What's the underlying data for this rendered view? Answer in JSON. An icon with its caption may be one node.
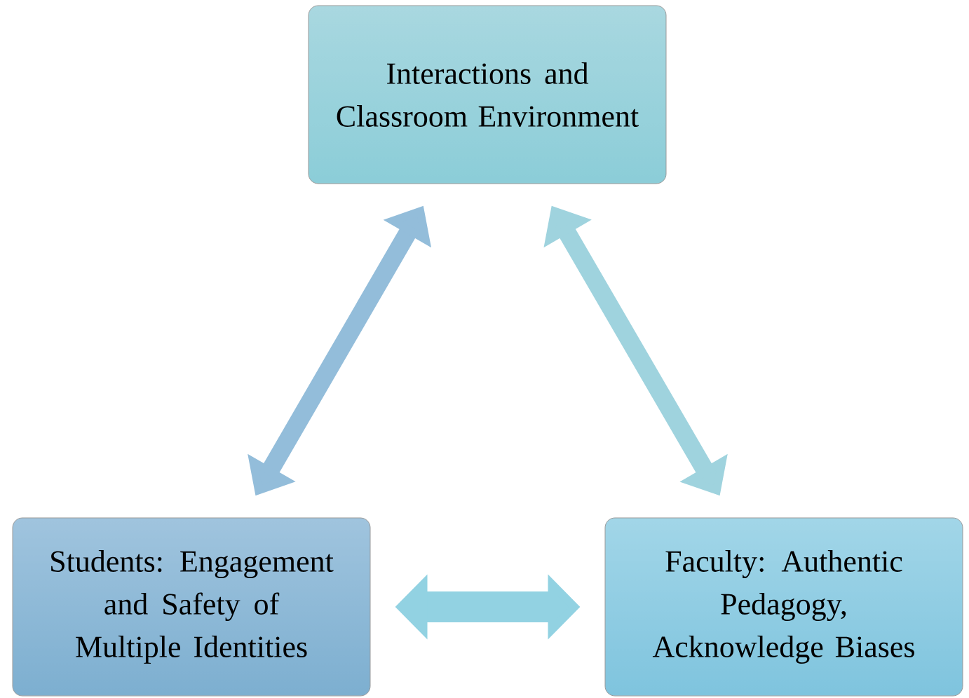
{
  "diagram": {
    "nodes": [
      {
        "text": [
          "Interactions and Classroom Environment"
        ]
      },
      {
        "text": [
          "Students: Engagement and Safety of Multiple Identities"
        ]
      },
      {
        "text": [
          "Faculty: Authentic Pedagogy, Acknowledge Biases"
        ]
      }
    ],
    "edges": [
      {
        "from": 1,
        "to": 0,
        "arrow": "both"
      },
      {
        "from": 0,
        "to": 2,
        "arrow": "both"
      },
      {
        "from": 1,
        "to": 2,
        "arrow": "both"
      }
    ]
  }
}
